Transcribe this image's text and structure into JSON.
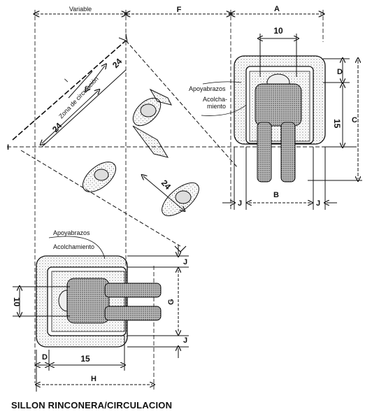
{
  "labels": {
    "variable": "Variable",
    "F": "F",
    "A": "A",
    "B": "B",
    "C": "C",
    "D_right": "D",
    "D_bottom": "D",
    "G": "G",
    "H": "H",
    "J_right_left": "J",
    "J_right_right": "J",
    "J_bottom_top": "J",
    "J_bottom_bottom": "J",
    "I": "I"
  },
  "numbers": {
    "ten_top": "10",
    "fifteen_right": "15",
    "twentyfour_a": "24",
    "twentyfour_b": "24",
    "twentyfour_c": "24",
    "ten_left": "10",
    "fifteen_bottom": "15"
  },
  "annotations": {
    "zona": "Zona de circulación",
    "apoyabrazos_right": "Apoyabrazos",
    "acolchamiento_right_1": "Acolcha-",
    "acolchamiento_right_2": "miento",
    "apoyabrazos_left": "Apoyabrazos",
    "acolchamiento_left": "Acolchamiento"
  },
  "caption": "SILLON RINCONERA/CIRCULACION"
}
